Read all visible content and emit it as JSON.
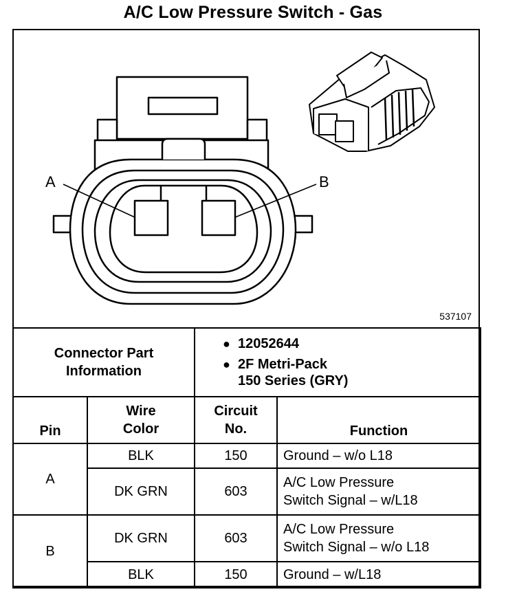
{
  "title": "A/C Low Pressure Switch - Gas",
  "figure": {
    "id": "537107",
    "labels": {
      "pin_a": "A",
      "pin_b": "B"
    }
  },
  "connector_info": {
    "label_line1": "Connector Part",
    "label_line2": "Information",
    "part_number": "12052644",
    "description_line1": "2F Metri-Pack",
    "description_line2": "150 Series (GRY)"
  },
  "columns": {
    "pin": "Pin",
    "wire_line1": "Wire",
    "wire_line2": "Color",
    "circuit_line1": "Circuit",
    "circuit_line2": "No.",
    "function": "Function"
  },
  "rows": [
    {
      "pin": "A",
      "wire": "BLK",
      "circuit": "150",
      "fn1": "Ground – w/o L18",
      "fn2": ""
    },
    {
      "pin": "A",
      "wire": "DK GRN",
      "circuit": "603",
      "fn1": "A/C Low Pressure",
      "fn2": "Switch Signal – w/L18"
    },
    {
      "pin": "B",
      "wire": "DK GRN",
      "circuit": "603",
      "fn1": "A/C Low Pressure",
      "fn2": "Switch Signal – w/o L18"
    },
    {
      "pin": "B",
      "wire": "BLK",
      "circuit": "150",
      "fn1": "Ground – w/L18",
      "fn2": ""
    }
  ]
}
